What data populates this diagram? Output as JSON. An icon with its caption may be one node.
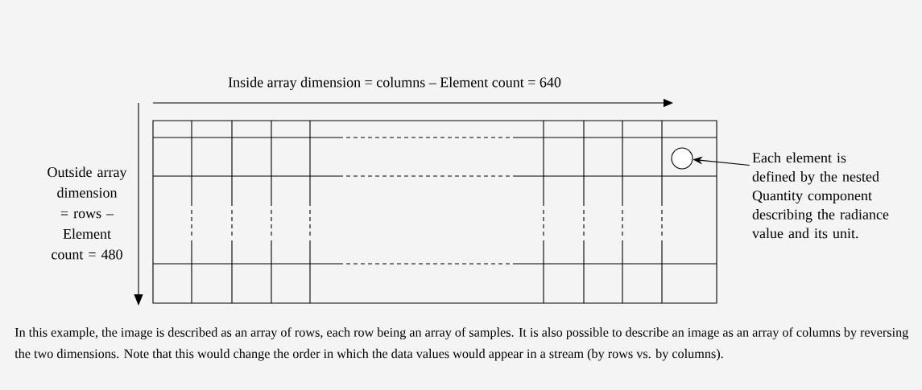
{
  "diagram": {
    "caption": "In this example, the image is described as an array of rows, each row being an array of samples. It is also possible to describe an image as an array of columns by reversing the two dimensions. Note that this would change the order in which the data values would appear in a stream (by rows vs. by columns).",
    "nodes": [
      {
        "text": [],
        "shape": "circle"
      },
      {
        "text": [
          "Each element is defined by the nested Quantity component describing the radiance value and its unit."
        ]
      }
    ],
    "edges": [
      {
        "from": 1,
        "to": 0,
        "arrow": "to"
      }
    ],
    "labels": [
      "Inside array dimension = columns – Element count = 640",
      "Outside array dimension = rows – Element count = 480"
    ]
  }
}
